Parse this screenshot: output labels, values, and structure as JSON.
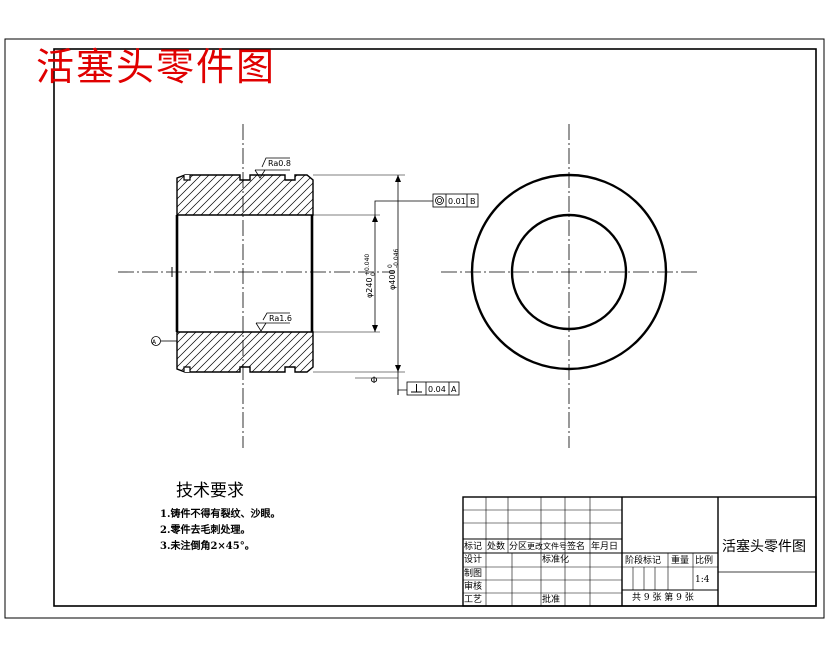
{
  "drawing_title": "活塞头零件图",
  "tech_requirements": {
    "heading": "技术要求",
    "items": [
      "1.铸件不得有裂纹、沙眼。",
      "2.零件去毛刺处理。",
      "3.未注倒角2×45°。"
    ]
  },
  "annotations": {
    "roughness_top": "Ra0.8",
    "roughness_bottom": "Ra1.6",
    "inner_diameter": "φ240",
    "inner_tol": "+0.040",
    "inner_tol_low": "0",
    "outer_diameter": "φ400",
    "outer_tol": "0",
    "outer_tol_low": "-0.046",
    "concentricity_value": "0.01",
    "concentricity_datum": "B",
    "perpendicularity_value": "0.04",
    "perpendicularity_datum": "A",
    "datum_label": "A",
    "diameter_symbol": "Φ"
  },
  "title_block": {
    "headers": [
      "标记",
      "处数",
      "分区",
      "更改文件号",
      "签名",
      "年月日"
    ],
    "design": "设计",
    "standardization": "标准化",
    "drafting": "制图",
    "review": "审核",
    "process": "工艺",
    "approve": "批准",
    "stage_mark": "阶段标记",
    "weight": "重量",
    "scale_label": "比例",
    "scale_value": "1:4",
    "sheets": "共 9 张  第 9 张",
    "part_name": "活塞头零件图"
  },
  "colors": {
    "title_red": "#e00000",
    "line": "#000000"
  }
}
